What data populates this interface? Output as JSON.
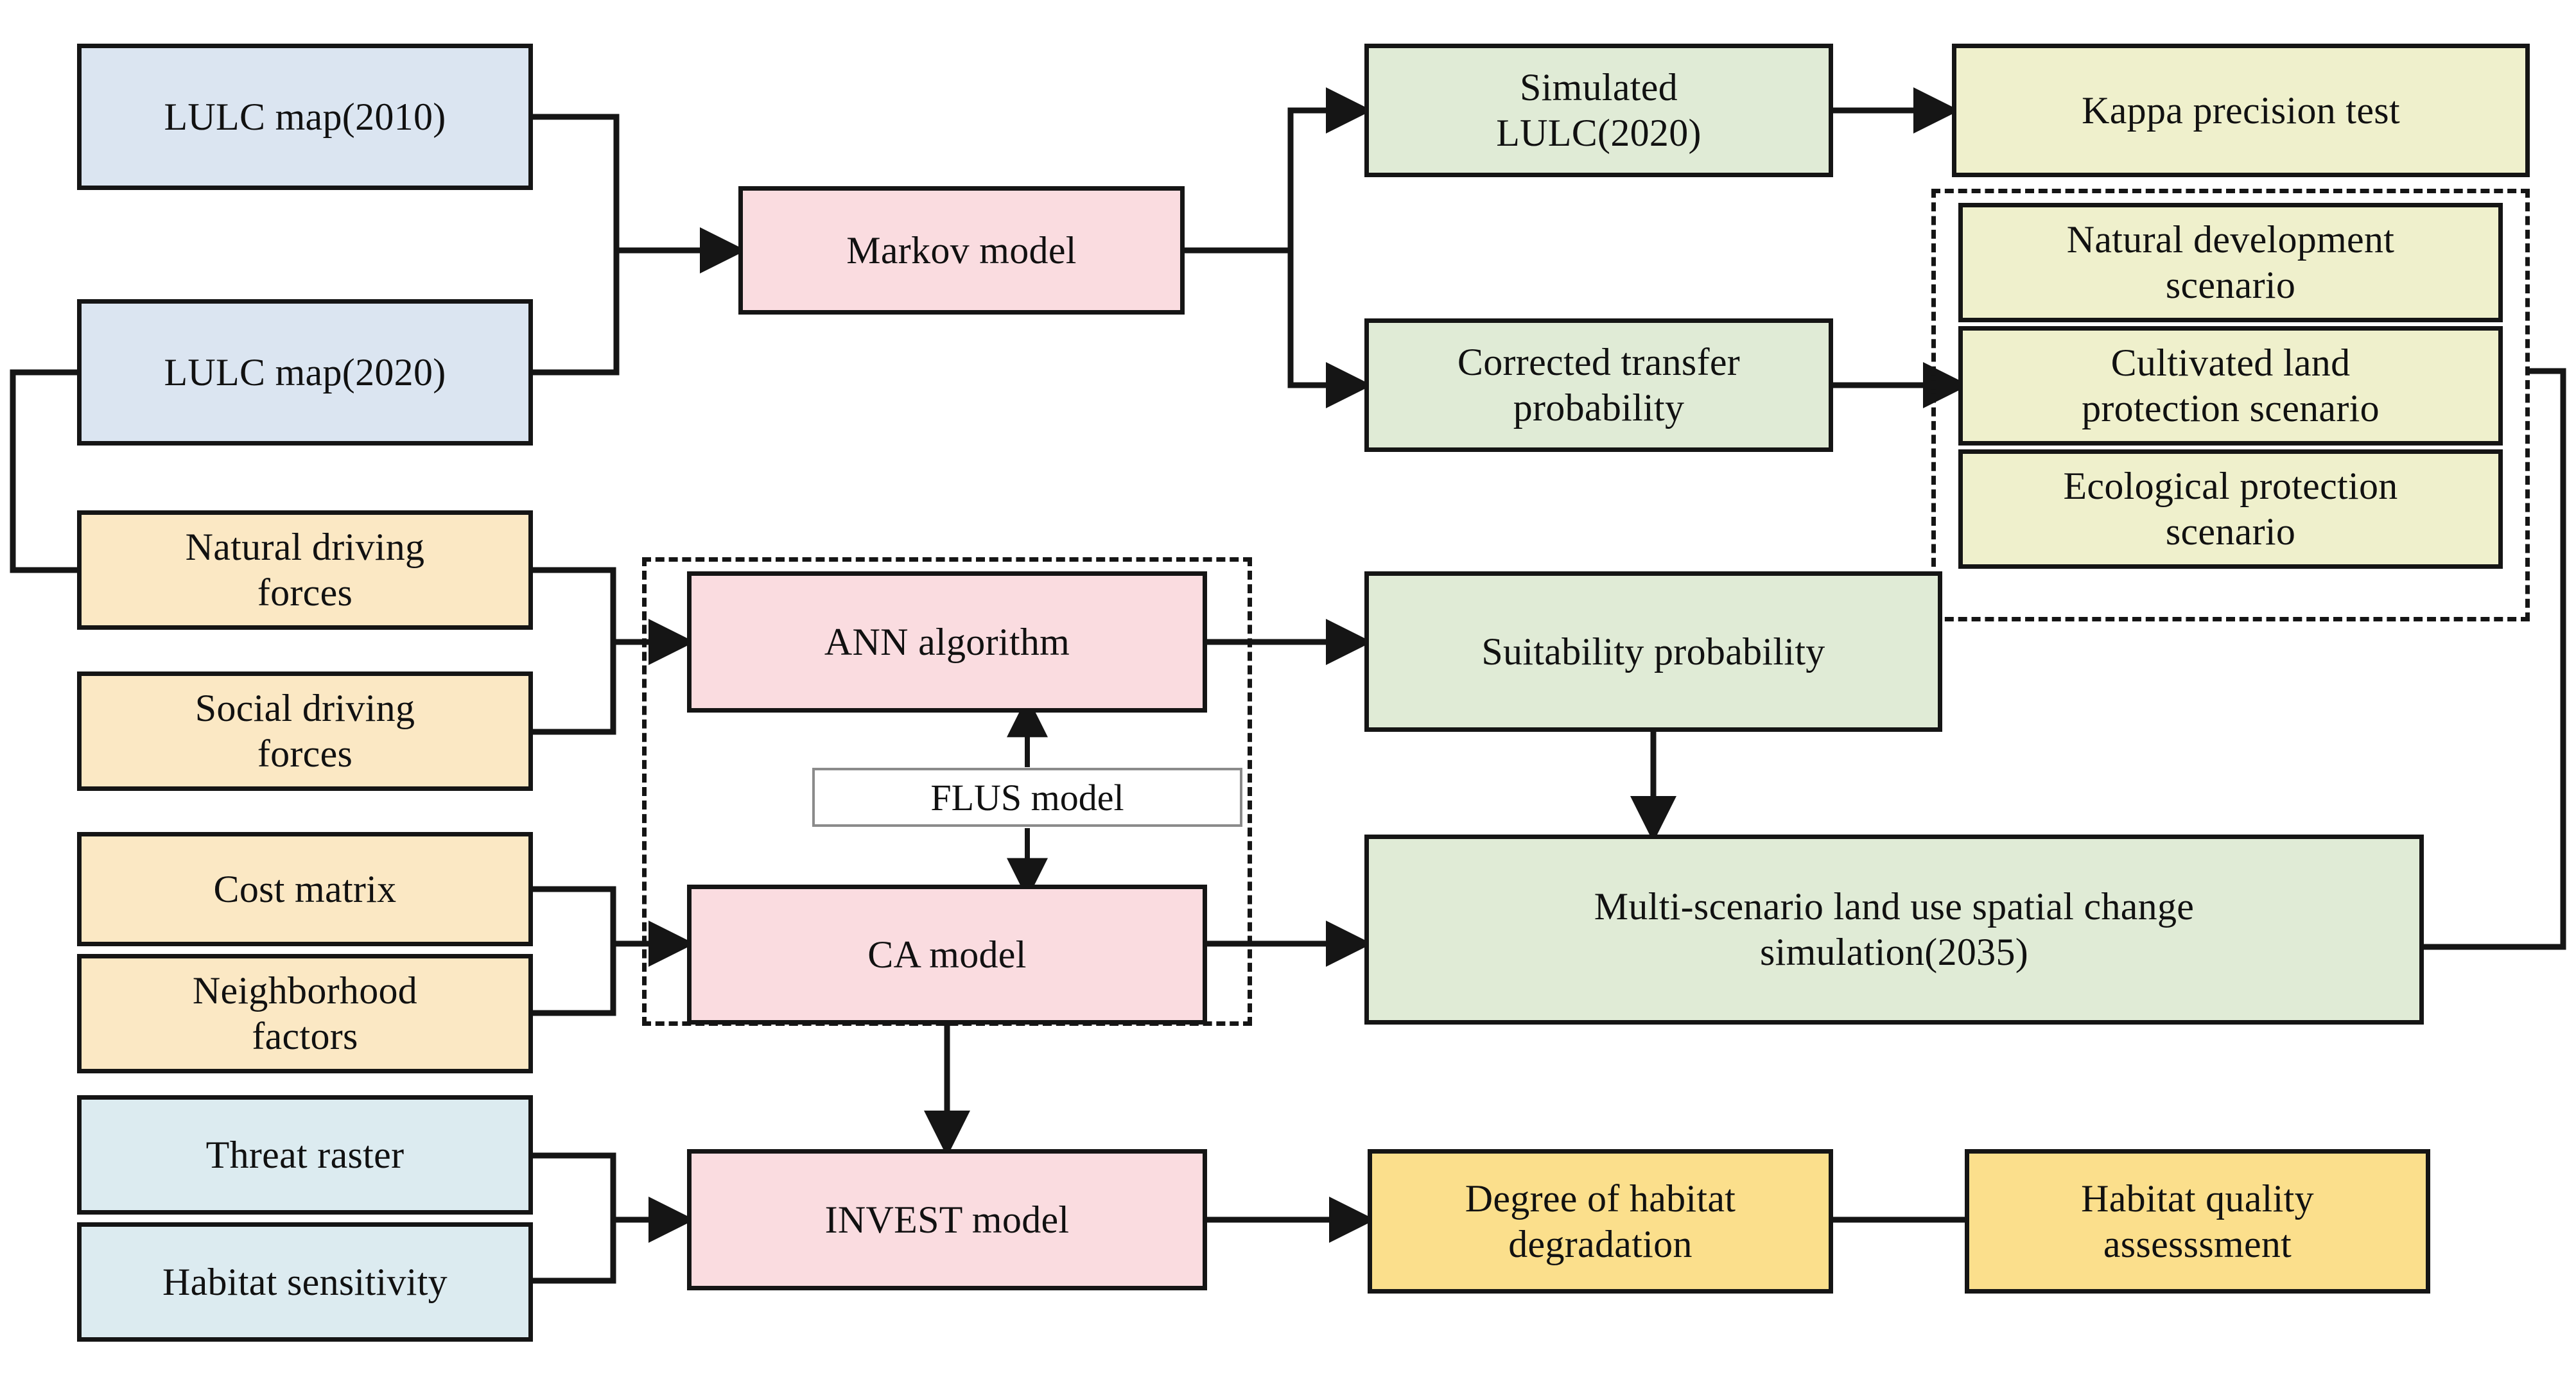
{
  "diagram": {
    "title": "LULC simulation and habitat quality assessment research framework",
    "colors": {
      "input_blue": "#dbe5f1",
      "raster_blue": "#dcebf0",
      "model_pink": "#fadce0",
      "output_green": "#e0ebd6",
      "scenario_yellow": "#eff0cc",
      "driver_tan": "#fbe8c4",
      "result_gold": "#fbdf8c",
      "stroke": "#151515"
    }
  },
  "nodes": {
    "lulc_2010": "LULC map(2010)",
    "lulc_2020": "LULC map(2020)",
    "markov": "Markov model",
    "simulated_lulc_2020": "Simulated\nLULC(2020)",
    "corrected_transfer": "Corrected transfer\nprobability",
    "kappa": "Kappa precision test",
    "natural_dev_scenario": "Natural development\nscenario",
    "cultivated_scenario": "Cultivated land\nprotection scenario",
    "ecological_scenario": "Ecological protection\nscenario",
    "natural_driving": "Natural driving\nforces",
    "social_driving": "Social driving\nforces",
    "cost_matrix": "Cost matrix",
    "neighborhood": "Neighborhood\nfactors",
    "threat_raster": "Threat raster",
    "habitat_sensitivity": "Habitat sensitivity",
    "ann": "ANN algorithm",
    "ca": "CA model",
    "flus": "FLUS model",
    "invest": "INVEST model",
    "suitability": "Suitability probability",
    "multi_scenario": "Multi-scenario land use spatial change\nsimulation(2035)",
    "degradation": "Degree of habitat\ndegradation",
    "quality": "Habitat quality\nassesssment"
  }
}
